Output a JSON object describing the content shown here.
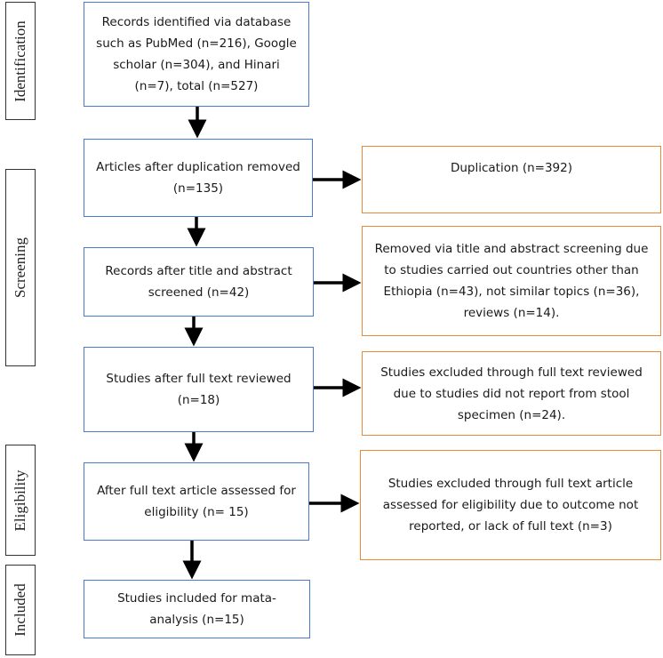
{
  "phases": {
    "identification": "Identification",
    "screening": "Screening",
    "eligibility": "Eligibility",
    "included": "Included"
  },
  "main": {
    "identified": "Records identified via database such as PubMed (n=216), Google scholar (n=304), and Hinari (n=7), total (n=527)",
    "after_duplication": "Articles after duplication removed (n=135)",
    "after_title_abstract": "Records after title and abstract screened (n=42)",
    "after_full_text": "Studies after full text reviewed (n=18)",
    "after_eligibility": "After full text article assessed for eligibility (n= 15)",
    "included": "Studies included for mata-analysis (n=15)"
  },
  "excluded": {
    "duplication": "Duplication (n=392)",
    "title_abstract": "Removed via title and abstract screening due to studies carried out countries other than Ethiopia (n=43), not similar topics (n=36), reviews (n=14).",
    "full_text": "Studies excluded through full text reviewed due to studies did not report from stool specimen (n=24).",
    "eligibility": "Studies excluded through full text article assessed for eligibility due to outcome not reported, or lack of full text (n=3)"
  },
  "colors": {
    "main_border": "#4a7ac9",
    "excluded_border": "#e8893a",
    "arrow": "#000000"
  }
}
